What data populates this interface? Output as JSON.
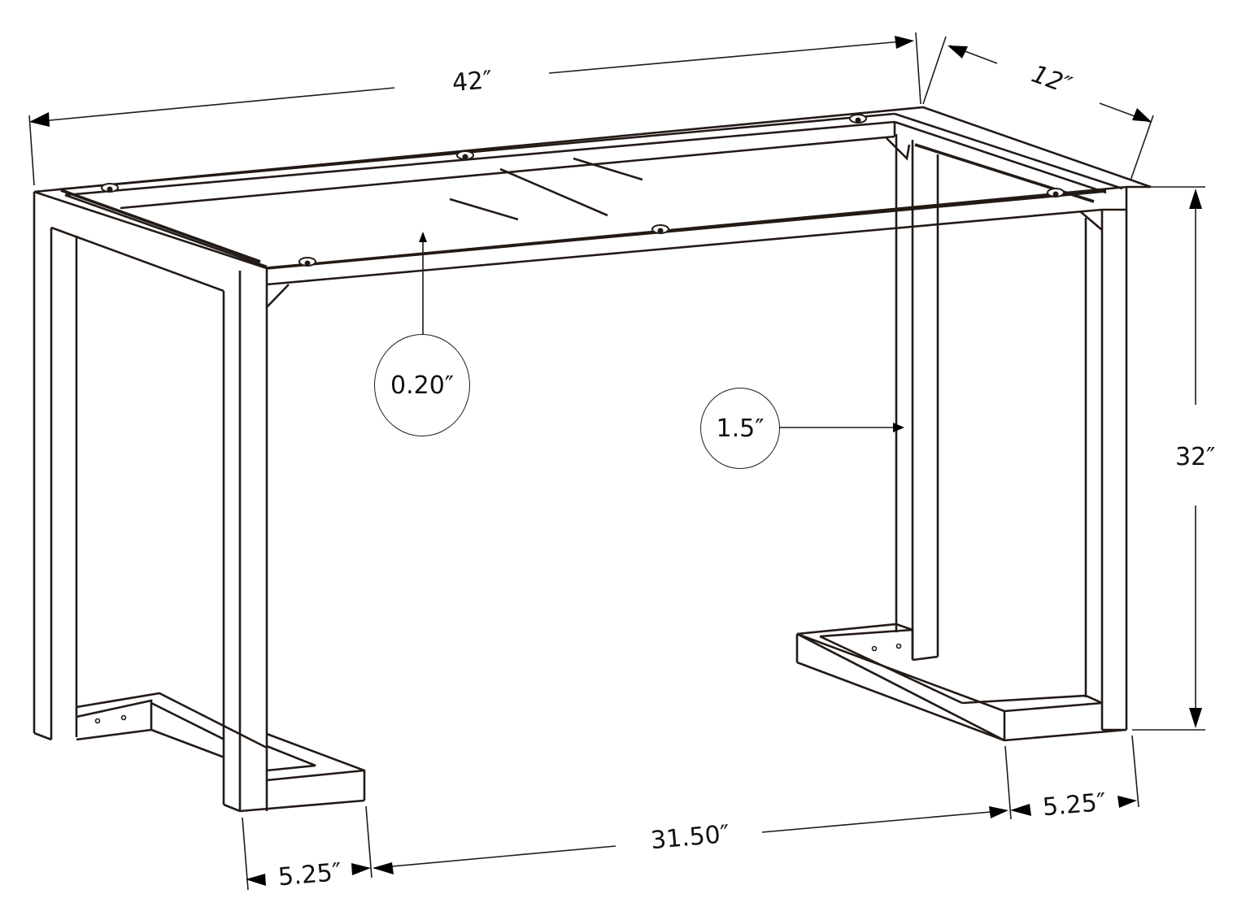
{
  "diagram": {
    "type": "dimensioned line drawing",
    "subject": "rectangular metal desk frame with U-shaped legs",
    "line_color": "#231a16",
    "background": "#ffffff"
  },
  "dimensions": {
    "overall_width": "42″",
    "depth": "12″",
    "height": "32″",
    "inner_leg_span": "31.50″",
    "left_foot_depth": "5.25″",
    "right_foot_depth": "5.25″"
  },
  "callouts": {
    "top_lip": "0.20″",
    "tube_width": "1.5″"
  }
}
